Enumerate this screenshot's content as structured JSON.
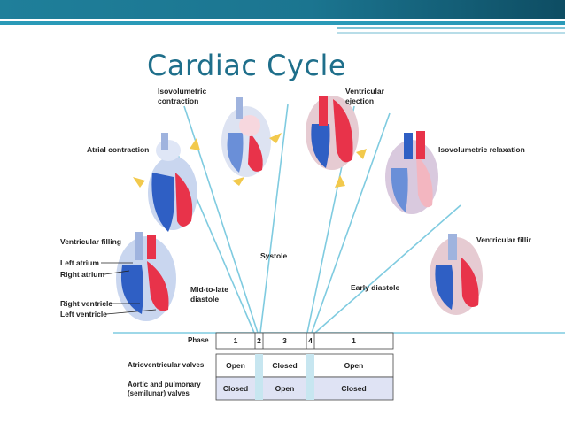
{
  "title": "Cardiac Cycle",
  "labels": {
    "isovolumetric_contraction": "Isovolumetric\ncontraction",
    "ventricular_ejection": "Ventricular\nejection",
    "atrial_contraction": "Atrial contraction",
    "isovolumetric_relaxation": "Isovolumetric relaxation",
    "ventricular_filling_left": "Ventricular filling",
    "ventricular_filling_right": "Ventricular fillir",
    "left_atrium": "Left atrium",
    "right_atrium": "Right atrium",
    "right_ventricle": "Right ventricle",
    "left_ventricle": "Left ventricle",
    "systole": "Systole",
    "mid_to_late_diastole": "Mid-to-late\ndiastole",
    "early_diastole": "Early diastole"
  },
  "table": {
    "phase_label": "Phase",
    "phases": [
      "1",
      "2",
      "3",
      "4",
      "1"
    ],
    "av_label": "Atrioventricular valves",
    "av_values": [
      "Open",
      "Closed",
      "Open"
    ],
    "semilunar_label": "Aortic and pulmonary\n(semilunar) valves",
    "semilunar_values": [
      "Closed",
      "Open",
      "Closed"
    ]
  },
  "colors": {
    "accent": "#1f6f8b",
    "ray": "#7fcbe0",
    "oxygenated": "#e8334a",
    "deoxygenated": "#2f5fc4",
    "arrow": "#f2c94c"
  }
}
